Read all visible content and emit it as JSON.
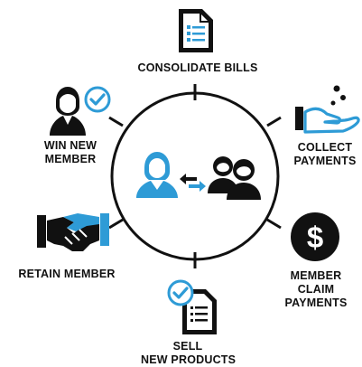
{
  "colors": {
    "accent": "#2e9bd6",
    "ink": "#111111",
    "background": "#ffffff"
  },
  "center": {
    "icons": [
      "agent-person-icon",
      "exchange-arrows-icon",
      "member-group-icon"
    ]
  },
  "nodes": [
    {
      "id": "consolidate",
      "lines": [
        "CONSOLIDATE BILLS"
      ],
      "icon": "document-list-icon"
    },
    {
      "id": "collect",
      "lines": [
        "COLLECT",
        "PAYMENTS"
      ],
      "icon": "hand-coins-icon"
    },
    {
      "id": "claim",
      "lines": [
        "MEMBER",
        "CLAIM",
        "PAYMENTS"
      ],
      "icon": "dollar-coin-icon"
    },
    {
      "id": "sell",
      "lines": [
        "SELL",
        "NEW PRODUCTS"
      ],
      "icon": "checklist-document-icon"
    },
    {
      "id": "retain",
      "lines": [
        "RETAIN MEMBER"
      ],
      "icon": "handshake-icon"
    },
    {
      "id": "win",
      "lines": [
        "WIN NEW",
        "MEMBER"
      ],
      "icon": "person-check-icon"
    }
  ]
}
